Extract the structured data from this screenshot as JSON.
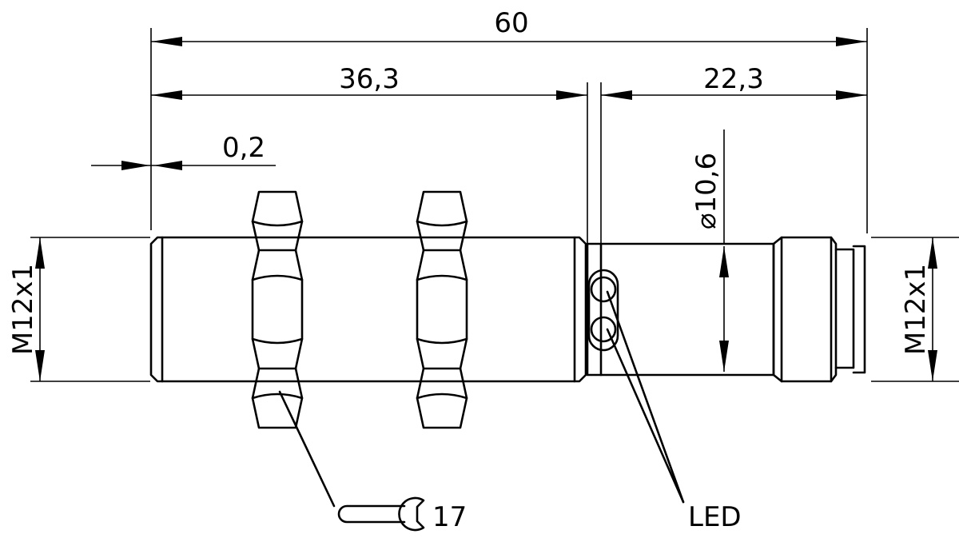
{
  "dimensions": {
    "overall_length": "60",
    "thread_length": "36,3",
    "connector_length": "22,3",
    "offset": "0,2",
    "body_diameter": "⌀10,6",
    "thread_left": "M12x1",
    "thread_right": "M12x1"
  },
  "callouts": {
    "wrench_size": "17",
    "led": "LED"
  }
}
